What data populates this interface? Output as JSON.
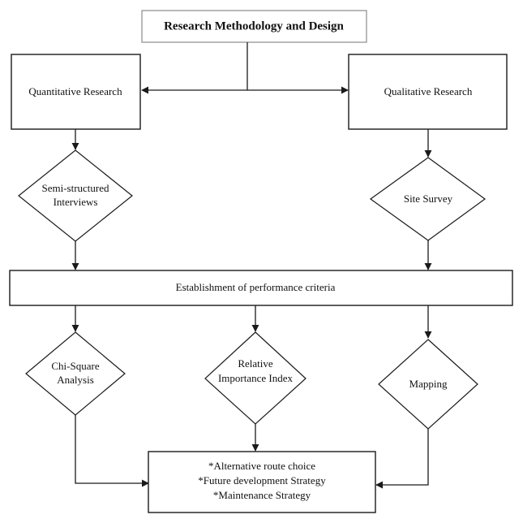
{
  "diagram": {
    "title": "Research Methodology and Design",
    "nodes": {
      "quantitative": "Quantitative Research",
      "qualitative": "Qualitative Research",
      "interviews": [
        "Semi-structured",
        "Interviews"
      ],
      "site_survey": "Site Survey",
      "criteria": "Establishment of performance criteria",
      "chi_square": [
        "Chi-Square",
        "Analysis"
      ],
      "rii": [
        "Relative",
        "Importance Index"
      ],
      "mapping": "Mapping",
      "outcomes": [
        "*Alternative route choice",
        "*Future development Strategy",
        "*Maintenance Strategy"
      ]
    },
    "edges": [
      {
        "from": "title",
        "to": "quantitative"
      },
      {
        "from": "title",
        "to": "qualitative"
      },
      {
        "from": "quantitative",
        "to": "interviews"
      },
      {
        "from": "qualitative",
        "to": "site_survey"
      },
      {
        "from": "interviews",
        "to": "criteria"
      },
      {
        "from": "site_survey",
        "to": "criteria"
      },
      {
        "from": "criteria",
        "to": "chi_square"
      },
      {
        "from": "criteria",
        "to": "rii"
      },
      {
        "from": "criteria",
        "to": "mapping"
      },
      {
        "from": "chi_square",
        "to": "outcomes"
      },
      {
        "from": "rii",
        "to": "outcomes"
      },
      {
        "from": "mapping",
        "to": "outcomes"
      }
    ]
  }
}
